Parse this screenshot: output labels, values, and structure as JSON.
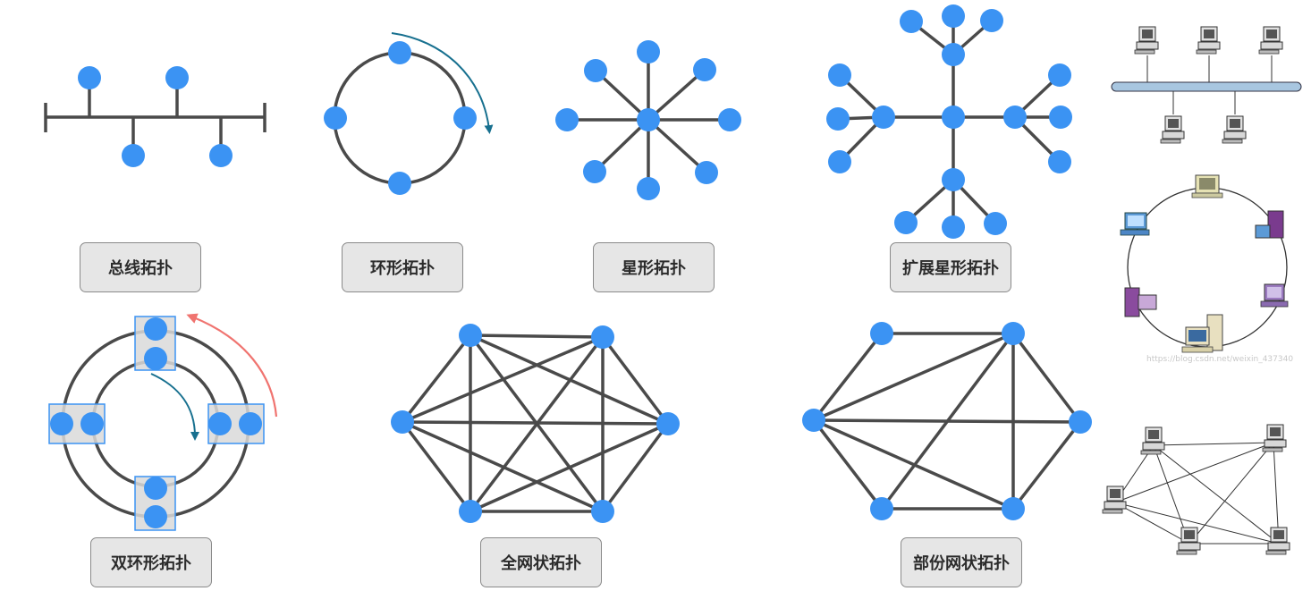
{
  "labels": {
    "bus": "总线拓扑",
    "ring": "环形拓扑",
    "star": "星形拓扑",
    "extended_star": "扩展星形拓扑",
    "dual_ring": "双环形拓扑",
    "full_mesh": "全网状拓扑",
    "partial_mesh": "部份网状拓扑"
  },
  "watermarks": {
    "ring_photo": "https://blog.csdn.net/weixin_437340"
  },
  "colors": {
    "node": "#3b93f3",
    "line": "#4a4a4a",
    "arrow_teal": "#17708f",
    "arrow_red": "#f07470",
    "dual_ring_box_fill": "#d9d9d9",
    "dual_ring_box_border": "#3b93f3",
    "label_bg": "#e6e6e6",
    "label_border": "#8a8a8a"
  },
  "icons": [
    "computer-icon",
    "server-tower-icon"
  ]
}
